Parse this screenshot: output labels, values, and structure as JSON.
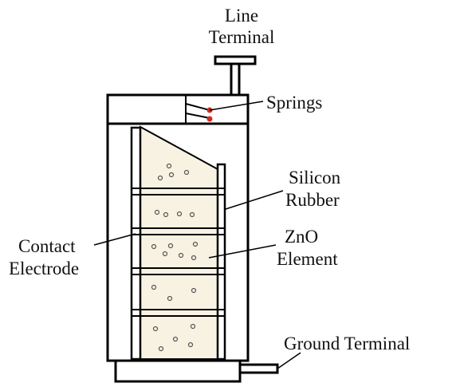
{
  "labels": {
    "line_terminal_1": "Line",
    "line_terminal_2": "Terminal",
    "springs": "Springs",
    "silicon_rubber_1": "Silicon",
    "silicon_rubber_2": "Rubber",
    "zno_element_1": "ZnO",
    "zno_element_2": "Element",
    "contact_electrode_1": "Contact",
    "contact_electrode_2": "Electrode",
    "ground_terminal": "Ground Terminal"
  },
  "colors": {
    "outline": "#000000",
    "zno_fill": "#f8f2e3",
    "spring_dot": "#d22b1f"
  }
}
